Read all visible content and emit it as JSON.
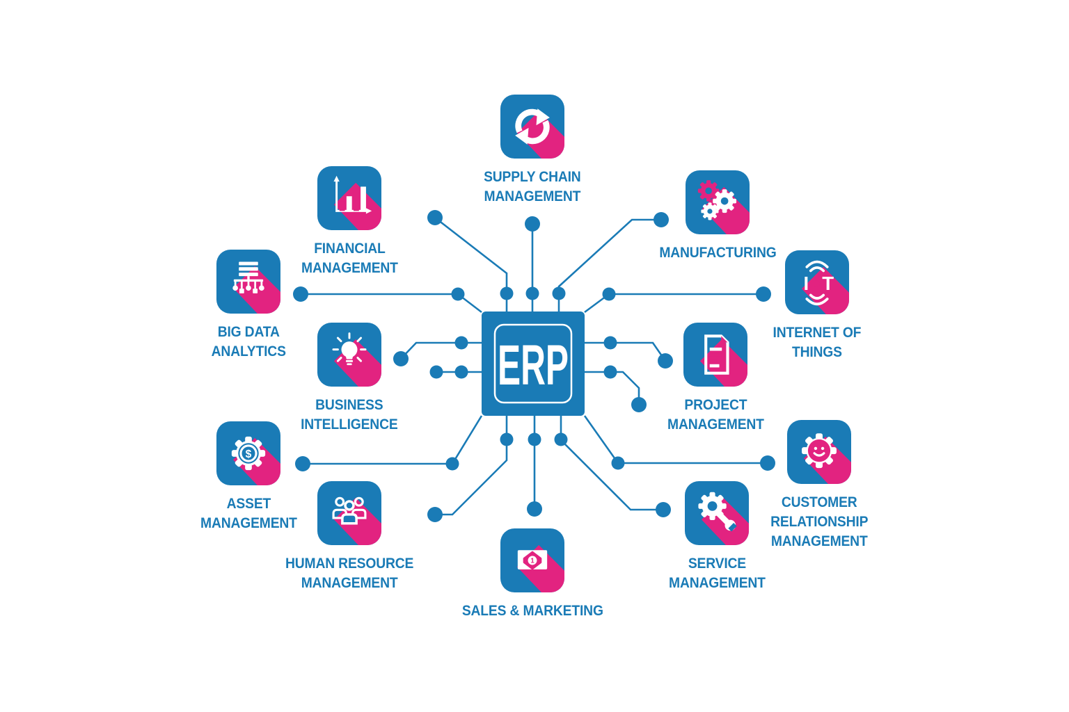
{
  "colors": {
    "blue": "#1a7bb6",
    "pink": "#e22380",
    "background": "#ffffff"
  },
  "center": {
    "label": "ERP"
  },
  "nodes": [
    {
      "id": "supply-chain-management",
      "label": "SUPPLY CHAIN\nMANAGEMENT",
      "icon": "sync-arrows-icon"
    },
    {
      "id": "manufacturing",
      "label": "MANUFACTURING",
      "icon": "gears-icon"
    },
    {
      "id": "internet-of-things",
      "label": "INTERNET OF\nTHINGS",
      "icon": "iot-signal-icon"
    },
    {
      "id": "project-management",
      "label": "PROJECT\nMANAGEMENT",
      "icon": "document-icon"
    },
    {
      "id": "customer-relationship-management",
      "label": "CUSTOMER\nRELATIONSHIP\nMANAGEMENT",
      "icon": "gear-smiley-icon"
    },
    {
      "id": "service-management",
      "label": "SERVICE\nMANAGEMENT",
      "icon": "gear-wrench-icon"
    },
    {
      "id": "sales-marketing",
      "label": "SALES & MARKETING",
      "icon": "banknote-icon"
    },
    {
      "id": "human-resource-management",
      "label": "HUMAN RESOURCE\nMANAGEMENT",
      "icon": "people-group-icon"
    },
    {
      "id": "asset-management",
      "label": "ASSET\nMANAGEMENT",
      "icon": "gear-dollar-icon"
    },
    {
      "id": "business-intelligence",
      "label": "BUSINESS\nINTELLIGENCE",
      "icon": "lightbulb-icon"
    },
    {
      "id": "big-data-analytics",
      "label": "BIG DATA\nANALYTICS",
      "icon": "data-tree-icon"
    },
    {
      "id": "financial-management",
      "label": "FINANCIAL\nMANAGEMENT",
      "icon": "bar-chart-icon"
    }
  ],
  "connections": [
    {
      "from": "erp",
      "to": "supply-chain-management"
    },
    {
      "from": "erp",
      "to": "manufacturing"
    },
    {
      "from": "erp",
      "to": "internet-of-things"
    },
    {
      "from": "erp",
      "to": "project-management"
    },
    {
      "from": "erp",
      "to": "customer-relationship-management"
    },
    {
      "from": "erp",
      "to": "service-management"
    },
    {
      "from": "erp",
      "to": "sales-marketing"
    },
    {
      "from": "erp",
      "to": "human-resource-management"
    },
    {
      "from": "erp",
      "to": "asset-management"
    },
    {
      "from": "erp",
      "to": "business-intelligence"
    },
    {
      "from": "erp",
      "to": "big-data-analytics"
    },
    {
      "from": "erp",
      "to": "financial-management"
    }
  ]
}
